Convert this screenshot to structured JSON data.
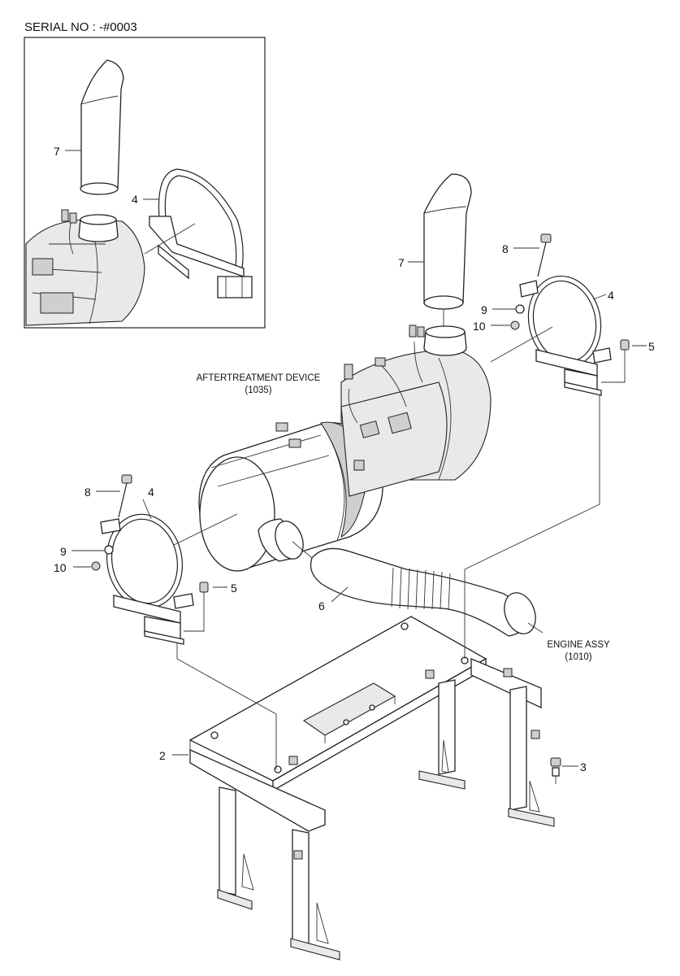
{
  "serial_label": "SERIAL NO : -#0003",
  "callouts": {
    "inset_7": "7",
    "inset_4": "4",
    "main_7": "7",
    "right_8": "8",
    "right_9": "9",
    "right_10": "10",
    "right_4": "4",
    "right_5": "5",
    "left_8": "8",
    "left_4": "4",
    "left_9": "9",
    "left_10": "10",
    "left_5": "5",
    "pipe_6": "6",
    "bracket_2": "2",
    "bolt_3": "3"
  },
  "captions": {
    "aftertreatment_name": "AFTERTREATMENT DEVICE",
    "aftertreatment_ref": "(1035)",
    "engine_name": "ENGINE ASSY",
    "engine_ref": "(1010)"
  }
}
